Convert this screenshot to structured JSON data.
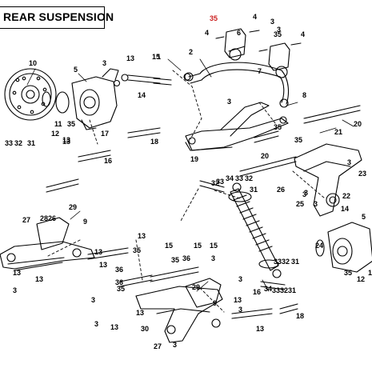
{
  "title": "REAR SUSPENSION",
  "colors": {
    "callout_default": "#000000",
    "callout_highlight": "#cc2222",
    "line": "#000000"
  },
  "callouts": [
    "35",
    "4",
    "6",
    "4",
    "3",
    "4",
    "35",
    "7",
    "3",
    "10",
    "5",
    "3",
    "13",
    "15",
    "1",
    "2",
    "14",
    "3",
    "8",
    "21",
    "20",
    "17",
    "35",
    "18",
    "11",
    "12",
    "35",
    "13",
    "33",
    "32",
    "31",
    "16",
    "13",
    "19",
    "20",
    "35",
    "3",
    "23",
    "22",
    "26",
    "3",
    "32",
    "33",
    "34",
    "33",
    "32",
    "31",
    "25",
    "3",
    "14",
    "5",
    "29",
    "26",
    "27",
    "28",
    "9",
    "13",
    "35",
    "13",
    "13",
    "15",
    "36",
    "15",
    "35",
    "36",
    "15",
    "3",
    "33",
    "32",
    "31",
    "24",
    "3",
    "35",
    "12",
    "1",
    "36",
    "13",
    "3",
    "9",
    "13",
    "29",
    "3",
    "34",
    "33",
    "32",
    "31",
    "16",
    "13",
    "18",
    "35",
    "3",
    "13",
    "3",
    "13",
    "13",
    "30",
    "27",
    "3",
    "3"
  ]
}
